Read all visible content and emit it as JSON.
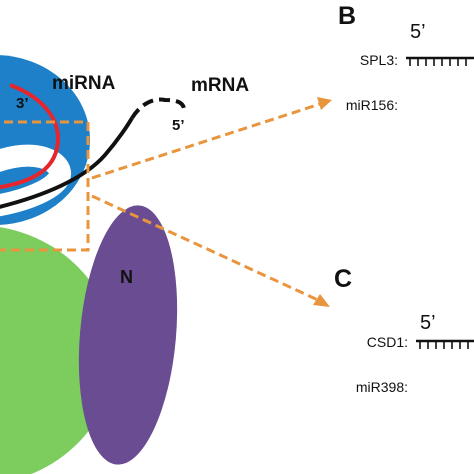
{
  "diagram": {
    "left": {
      "label_mirna": "miRNA",
      "label_mrna": "mRNA",
      "label_three_prime": "3’",
      "label_five_prime": "5’",
      "label_n": "N"
    },
    "panel_b": {
      "letter": "B",
      "five_prime": "5’",
      "target_label": "SPL3:",
      "mirna_label": "miR156:"
    },
    "panel_c": {
      "letter": "C",
      "five_prime": "5’",
      "target_label": "CSD1:",
      "mirna_label": "miR398:"
    },
    "colors": {
      "blue": "#1e80c8",
      "green": "#7ccd5e",
      "purple": "#6a4c93",
      "orange": "#e8953e",
      "red": "#e5262d",
      "black": "#111111"
    }
  }
}
